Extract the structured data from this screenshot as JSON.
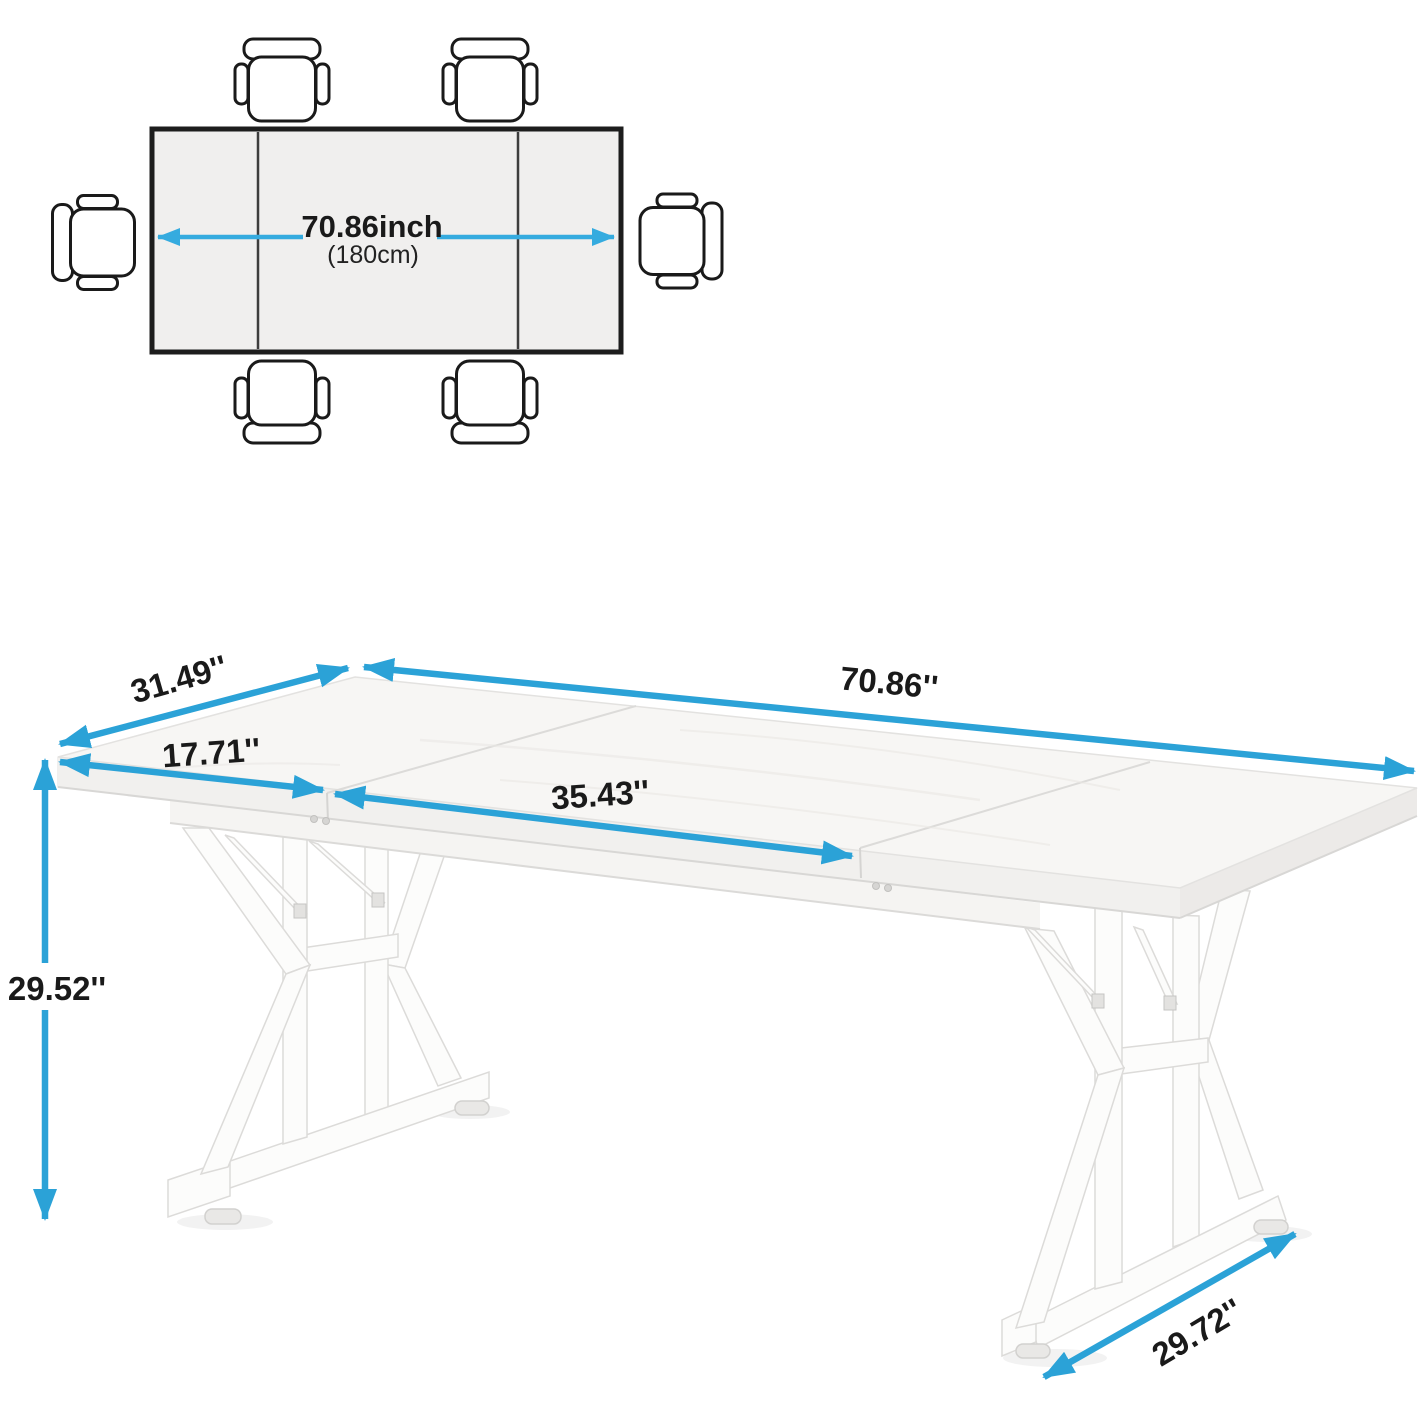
{
  "accent_color": "#2ba2d7",
  "top_view": {
    "length_label": "70.86inch",
    "length_label_metric": "(180cm)",
    "chair_count": 6,
    "sections": 3
  },
  "iso_view": {
    "depth_label": "31.49''",
    "length_label": "70.86''",
    "leaf_label": "17.71''",
    "half_label": "35.43''",
    "height_label": "29.52''",
    "base_depth_label": "29.72''"
  }
}
